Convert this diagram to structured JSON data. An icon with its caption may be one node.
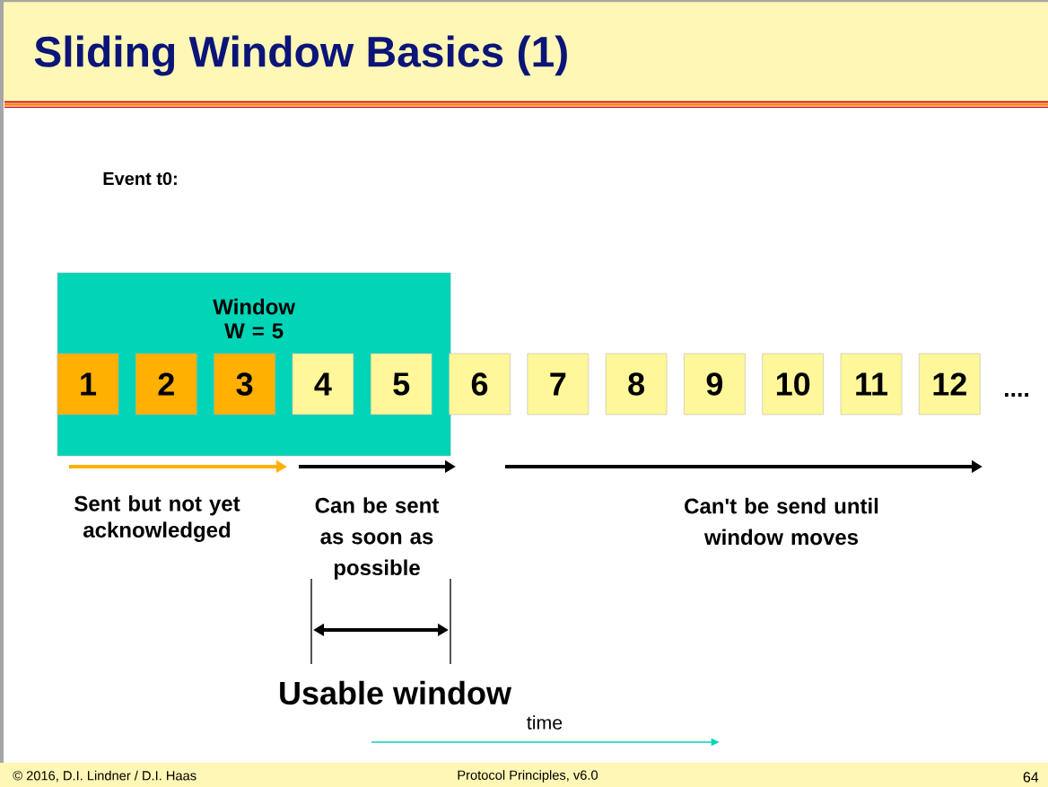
{
  "diagram": {
    "title": "Sliding Window Basics (1)",
    "nodes": [
      {
        "text": [
          "Window W = 5"
        ]
      },
      {
        "text": [
          "1"
        ],
        "in": 0
      },
      {
        "text": [
          "2"
        ],
        "in": 0
      },
      {
        "text": [
          "3"
        ],
        "in": 0
      },
      {
        "text": [
          "4"
        ],
        "in": 0
      },
      {
        "text": [
          "5"
        ],
        "in": 0
      },
      {
        "text": [
          "6"
        ]
      },
      {
        "text": [
          "7"
        ]
      },
      {
        "text": [
          "8"
        ]
      },
      {
        "text": [
          "9"
        ]
      },
      {
        "text": [
          "10"
        ]
      },
      {
        "text": [
          "11"
        ]
      },
      {
        "text": [
          "12"
        ]
      }
    ],
    "edges": [],
    "labels": [
      "Event t0:",
      "....",
      "Sent but not yet acknowledged",
      "Can be sent as soon as possible",
      "Can't be send until window moves",
      "Usable window",
      "time",
      "© 2016, D.I. Lindner / D.I. Haas",
      "Protocol Principles, v6.0",
      "64"
    ]
  }
}
